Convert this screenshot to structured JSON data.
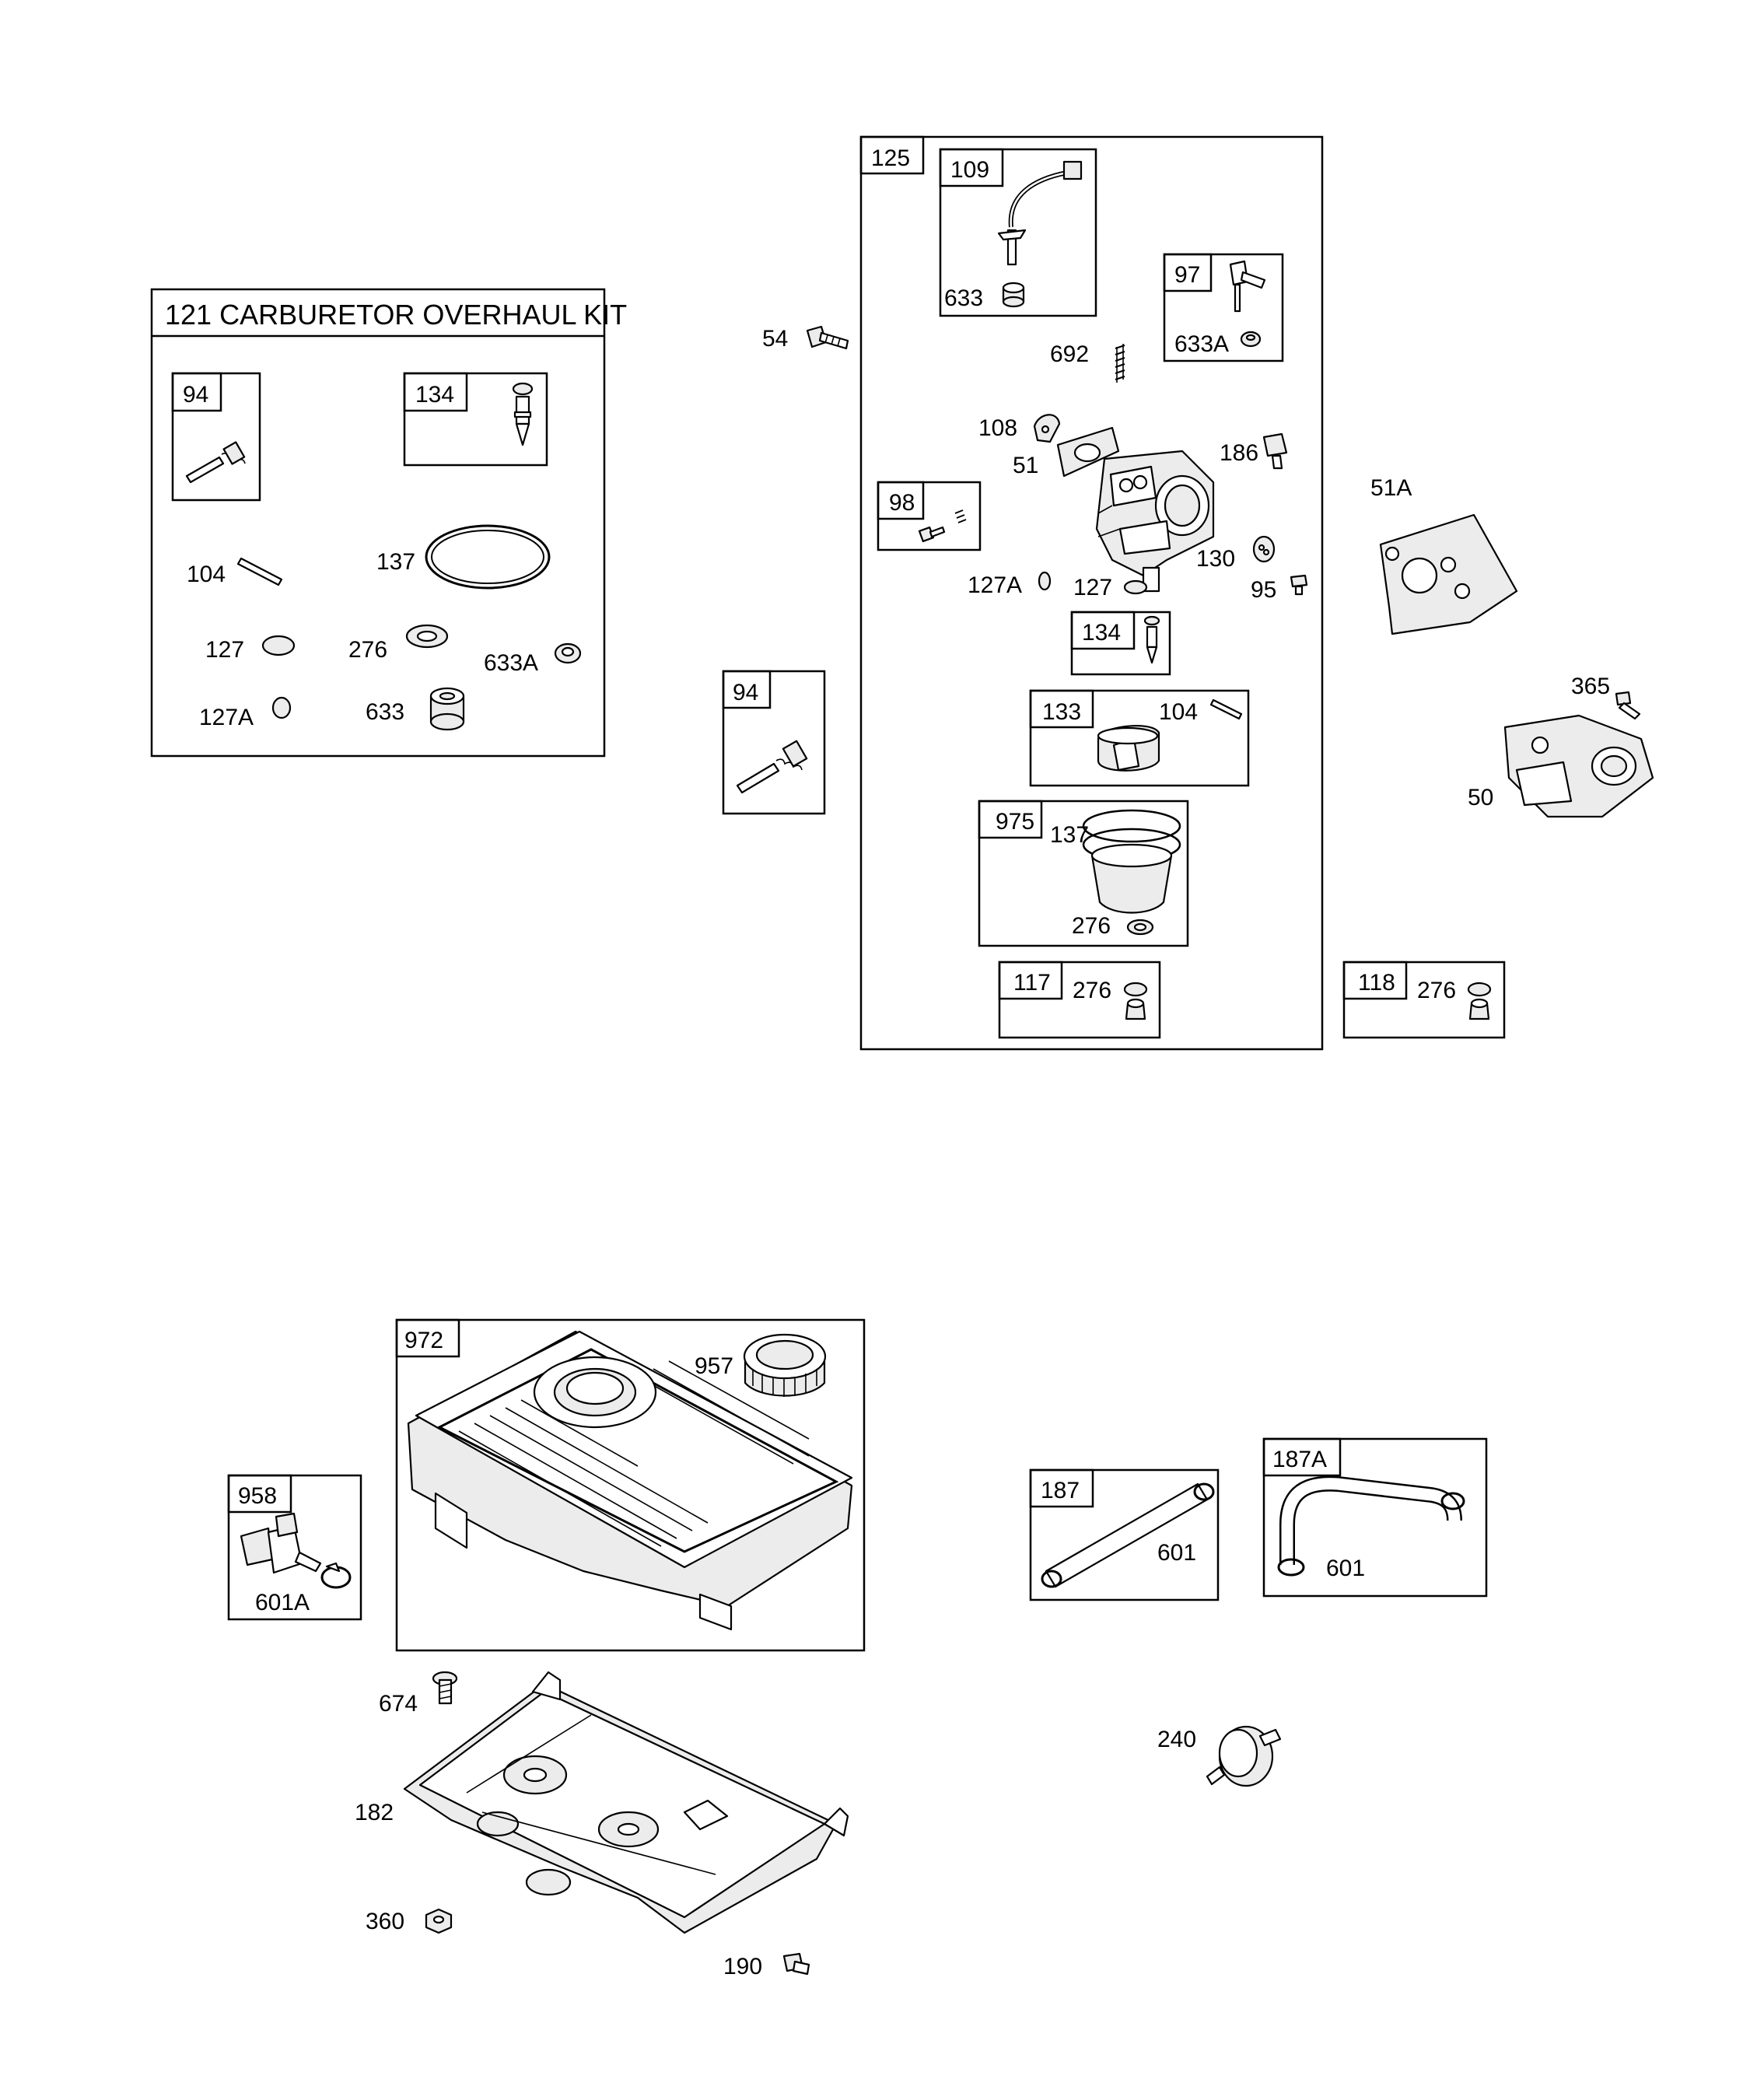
{
  "kit": {
    "title": "121 CARBURETOR OVERHAUL KIT",
    "box_94": "94",
    "box_134": "134",
    "l_104": "104",
    "l_137": "137",
    "l_127": "127",
    "l_276": "276",
    "l_633A": "633A",
    "l_127A": "127A",
    "l_633": "633"
  },
  "carb": {
    "box_125": "125",
    "box_109": "109",
    "l_633": "633",
    "box_97": "97",
    "l_633A": "633A",
    "l_692": "692",
    "l_108": "108",
    "l_186": "186",
    "l_51": "51",
    "box_98": "98",
    "l_130": "130",
    "l_127A": "127A",
    "l_127": "127",
    "l_95": "95",
    "box_134": "134",
    "box_133": "133",
    "l_104": "104",
    "box_975": "975",
    "l_137": "137",
    "l_276": "276",
    "box_117": "117",
    "l_117_276": "276"
  },
  "side": {
    "l_54": "54",
    "box_94": "94",
    "l_51A": "51A",
    "l_365": "365",
    "l_50": "50",
    "box_118": "118",
    "l_118_276": "276"
  },
  "tank": {
    "box_972": "972",
    "l_957": "957",
    "box_958": "958",
    "l_601A": "601A",
    "l_674": "674",
    "l_182": "182",
    "l_360": "360",
    "l_190": "190"
  },
  "lines": {
    "box_187": "187",
    "l_187_601": "601",
    "box_187A": "187A",
    "l_187A_601": "601",
    "l_240": "240"
  }
}
